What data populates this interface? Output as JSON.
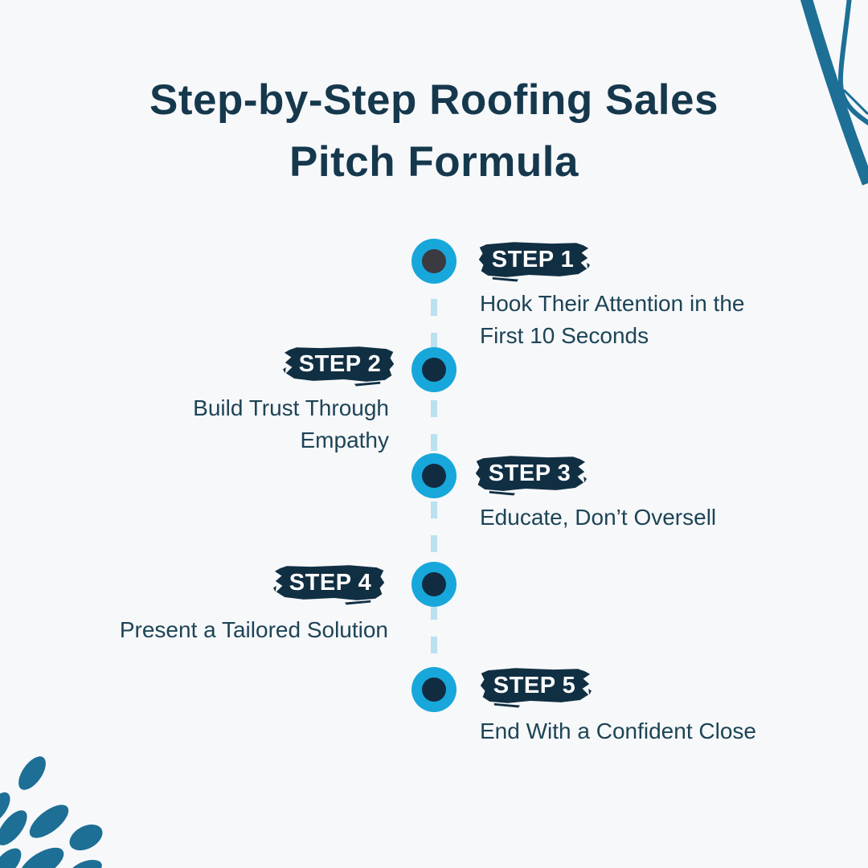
{
  "title": {
    "lines": [
      "Step-by-Step Roofing Sales",
      "Pitch Formula"
    ]
  },
  "steps": [
    {
      "label": "STEP 1",
      "side": "right",
      "lines": [
        "Hook Their Attention in the",
        "First 10 Seconds"
      ]
    },
    {
      "label": "STEP 2",
      "side": "left",
      "lines": [
        "Build Trust Through",
        "Empathy"
      ]
    },
    {
      "label": "STEP 3",
      "side": "right",
      "lines": [
        "Educate, Don’t Oversell"
      ]
    },
    {
      "label": "STEP 4",
      "side": "left",
      "lines": [
        "Present a Tailored Solution"
      ]
    },
    {
      "label": "STEP 5",
      "side": "right",
      "lines": [
        "End With a Confident Close"
      ]
    }
  ],
  "colors": {
    "background": "#f7f8fa",
    "title_text": "#16384d",
    "description_text": "#1d4456",
    "badge_fill": "#112f43",
    "badge_text": "#ffffff",
    "dot_ring": "#18a7db",
    "dot_core_step1": "#3b3a41",
    "dot_core_other": "#112c40",
    "timeline_dash": "#b9e1f0",
    "decoration_teal": "#1d6f95"
  }
}
